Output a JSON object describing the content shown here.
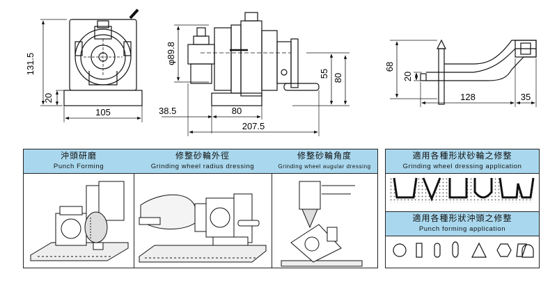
{
  "dimensions": {
    "front_height": "131.5",
    "front_base": "20",
    "front_width": "105",
    "side_dia": "φ89.8",
    "side_55": "55",
    "side_80_v": "80",
    "side_38": "38.5",
    "side_80_h": "80",
    "side_total": "207.5",
    "arm_68": "68",
    "arm_20": "20",
    "arm_128": "128",
    "arm_35": "35"
  },
  "panels": [
    {
      "zh": "沖頭研磨",
      "en": "Punch Forming"
    },
    {
      "zh": "修整砂輪外徑",
      "en": "Grinding wheel radius dressing"
    },
    {
      "zh": "修整砂輪角度",
      "en": "Grinding wheel augular dressing"
    },
    {
      "zh": "適用各種形狀砂輪之修整",
      "en": "Grinding wheel dressing application"
    },
    {
      "zh": "適用各種形狀沖頭之修整",
      "en": "Punch forming application"
    }
  ]
}
